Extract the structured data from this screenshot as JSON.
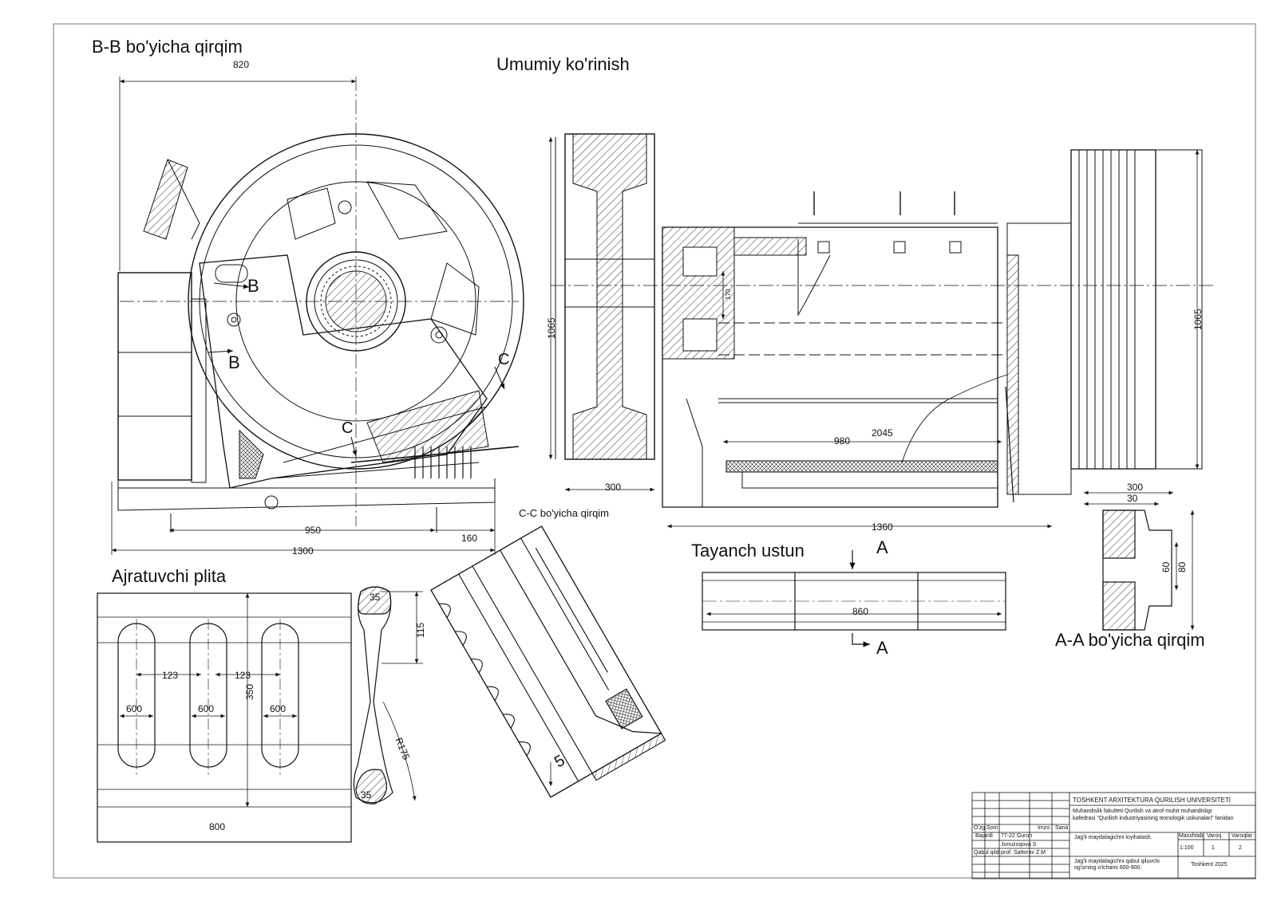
{
  "views": {
    "bb": "B-B bo'yicha qirqim",
    "general": "Umumiy ko'rinish",
    "cc": "C-C bo'yicha qirqim",
    "plate": "Ajratuvchi plita",
    "support": "Tayanch ustun",
    "aa": "A-A bo'yicha qirqim"
  },
  "section_letters": {
    "b": "B",
    "c": "C",
    "a": "A"
  },
  "dimensions": {
    "d820": "820",
    "d950": "950",
    "d160": "160",
    "d1300": "1300",
    "d1065_dia": "1065",
    "d300_left": "300",
    "d170": "170",
    "d980": "980",
    "d2045": "2045",
    "d1360": "1360",
    "d300_right": "300",
    "d1065_right": "1065",
    "d30": "30",
    "d60": "60",
    "d80": "80",
    "d860": "860",
    "d123a": "123",
    "d123b": "123",
    "d350": "350",
    "d600a": "600",
    "d600b": "600",
    "d600c": "600",
    "d800": "800",
    "d35top": "35",
    "d115": "115",
    "r175": "R175",
    "d35bot": "35",
    "d5": "5"
  },
  "title_block": {
    "university": "TOSHKENT ARXITEKTURA QURILISH UNIVERSITETI",
    "faculty_line1": "Muhandislik fakulteti    Qurilish va atrof-muhit muhandisligi",
    "faculty_line2": "kafedrasi  \"Qurilish industriyasining texnologik  uskunalari\" fanidan",
    "project": "Jag'li maydalagichni loyihalash.",
    "subject_line1": "Jag'li maydalagichni qabul qiluvchi",
    "subject_line2": "og'izning o'lchami 600-900.",
    "city_year": "Toshkent 2025",
    "scale_label": "Masshtab",
    "sheet_label": "Varoq",
    "sheets_label": "Varoqlar",
    "scale_value": "1:100",
    "sheet_value": "1",
    "sheets_value": "2",
    "col_izm": "O'zg.",
    "col_son": "Soni",
    "col_imzo": "Imzo",
    "col_sana": "Sana",
    "row1_role": "Bajardi",
    "row1_name": "77-22 Guruh",
    "row2_name": "Jonuzoqova S",
    "row3_role": "Qabul qildi",
    "row3_name": "prof. Sattorov Z.M"
  }
}
